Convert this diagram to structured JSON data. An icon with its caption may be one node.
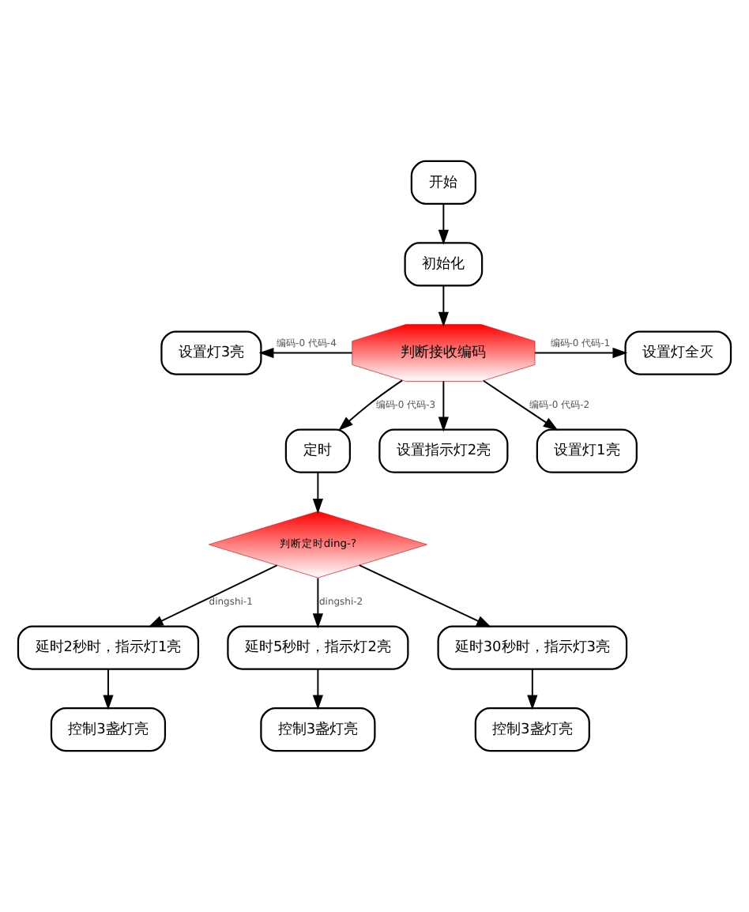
{
  "diagram": {
    "nodes": [
      {
        "text": [
          "开始"
        ]
      },
      {
        "text": [
          "初始化"
        ]
      },
      {
        "text": [
          "设置灯3亮"
        ]
      },
      {
        "text": [
          "判断接收编码"
        ]
      },
      {
        "text": [
          "定时"
        ]
      },
      {
        "text": [
          "设置灯全灭"
        ]
      },
      {
        "text": [
          "设置指示灯2亮"
        ]
      },
      {
        "text": [
          "设置灯1亮"
        ]
      },
      {
        "text": [
          "判断定时ding-?"
        ]
      },
      {
        "text": [
          "延时2秒时，指示灯1亮"
        ]
      },
      {
        "text": [
          "延时5秒时，指示灯2亮"
        ]
      },
      {
        "text": [
          "延时30秒时，指示灯3亮"
        ]
      },
      {
        "text": [
          "控制3盏灯亮"
        ]
      },
      {
        "text": [
          "控制3盏灯亮"
        ]
      },
      {
        "text": [
          "控制3盏灯亮"
        ]
      }
    ],
    "edges": [
      {
        "from": 0,
        "to": 1,
        "arrow": "to"
      },
      {
        "from": 1,
        "to": 3,
        "arrow": "to"
      },
      {
        "from": 3,
        "to": 2,
        "arrow": "to",
        "label": "编码-0 代码-4"
      },
      {
        "from": 3,
        "to": 4,
        "arrow": "to",
        "label": "编码-0 代码-3"
      },
      {
        "from": 3,
        "to": 5,
        "arrow": "to",
        "label": "编码-0 代码-1"
      },
      {
        "from": 3,
        "to": 6,
        "arrow": "to"
      },
      {
        "from": 3,
        "to": 7,
        "arrow": "to",
        "label": "编码-0 代码-2"
      },
      {
        "from": 4,
        "to": 8,
        "arrow": "to"
      },
      {
        "from": 8,
        "to": 9,
        "arrow": "to",
        "label": "dingshi-1"
      },
      {
        "from": 8,
        "to": 10,
        "arrow": "to",
        "label": "dingshi-2"
      },
      {
        "from": 8,
        "to": 11,
        "arrow": "to"
      },
      {
        "from": 9,
        "to": 12,
        "arrow": "to"
      },
      {
        "from": 10,
        "to": 13,
        "arrow": "to"
      },
      {
        "from": 11,
        "to": 14,
        "arrow": "to"
      }
    ]
  }
}
